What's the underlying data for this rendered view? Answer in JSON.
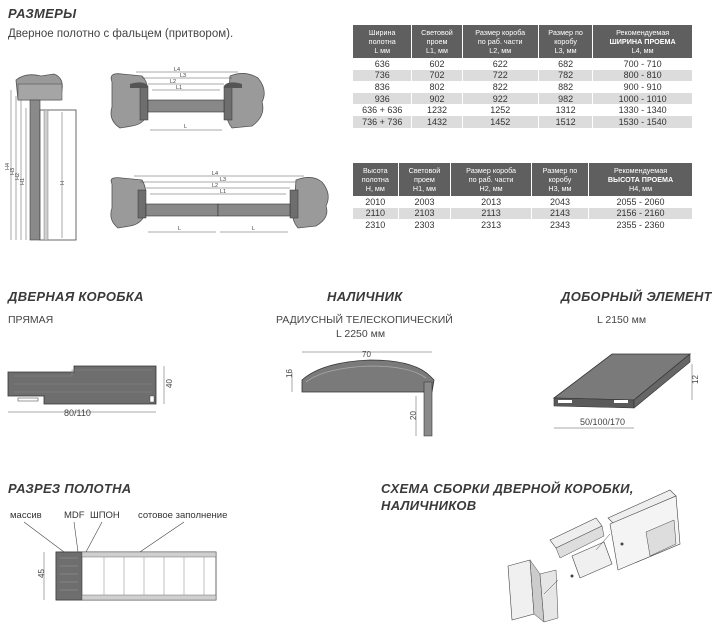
{
  "sizes": {
    "title": "РАЗМЕРЫ",
    "subtitle": "Дверное полотно с фальцем (притвором)."
  },
  "table_width": {
    "headers": [
      {
        "line1": "Ширина",
        "line2": "полотна",
        "unit": "L мм"
      },
      {
        "line1": "Световой",
        "line2": "проем",
        "unit": "L1, мм"
      },
      {
        "line1": "Размер короба",
        "line2": "по раб. части",
        "unit": "L2, мм"
      },
      {
        "line1": "Размер по",
        "line2": "коробу",
        "unit": "L3, мм"
      },
      {
        "line1": "Рекомендуемая",
        "line2": "ШИРИНА ПРОЕМА",
        "unit": "L4, мм"
      }
    ],
    "rows": [
      [
        "636",
        "602",
        "622",
        "682",
        "700 - 710"
      ],
      [
        "736",
        "702",
        "722",
        "782",
        "800 - 810"
      ],
      [
        "836",
        "802",
        "822",
        "882",
        "900 - 910"
      ],
      [
        "936",
        "902",
        "922",
        "982",
        "1000 - 1010"
      ],
      [
        "636 + 636",
        "1232",
        "1252",
        "1312",
        "1330 - 1340"
      ],
      [
        "736 + 736",
        "1432",
        "1452",
        "1512",
        "1530 - 1540"
      ]
    ]
  },
  "table_height": {
    "headers": [
      {
        "line1": "Высота",
        "line2": "полотна",
        "unit": "H, мм"
      },
      {
        "line1": "Световой",
        "line2": "проем",
        "unit": "H1, мм"
      },
      {
        "line1": "Размер короба",
        "line2": "по раб. части",
        "unit": "H2, мм"
      },
      {
        "line1": "Размер по",
        "line2": "коробу",
        "unit": "H3, мм"
      },
      {
        "line1": "Рекомендуемая",
        "line2": "ВЫСОТА ПРОЕМА",
        "unit": "H4, мм"
      }
    ],
    "rows": [
      [
        "2010",
        "2003",
        "2013",
        "2043",
        "2055 - 2060"
      ],
      [
        "2110",
        "2103",
        "2113",
        "2143",
        "2156 - 2160"
      ],
      [
        "2310",
        "2303",
        "2313",
        "2343",
        "2355 - 2360"
      ]
    ]
  },
  "door_frame": {
    "title": "ДВЕРНАЯ КОРОБКА",
    "subtitle": "ПРЯМАЯ",
    "dim_width": "80/110",
    "dim_height": "40"
  },
  "casing": {
    "title": "НАЛИЧНИК",
    "subtitle1": "РАДИУСНЫЙ ТЕЛЕСКОПИЧЕСКИЙ",
    "subtitle2": "L 2250 мм",
    "dim_width": "70",
    "dim_height": "16",
    "dim_leg": "20"
  },
  "extension": {
    "title": "ДОБОРНЫЙ ЭЛЕМЕНТ",
    "subtitle": "L 2150 мм",
    "dim_width": "50/100/170",
    "dim_thickness": "12"
  },
  "leaf_section": {
    "title": "РАЗРЕЗ ПОЛОТНА",
    "label_solid": "массив",
    "label_mdf": "MDF",
    "label_veneer": "ШПОН",
    "label_honeycomb": "сотовое заполнение",
    "dim_thickness": "45"
  },
  "assembly": {
    "title_line1": "СХЕМА СБОРКИ ДВЕРНОЙ КОРОБКИ,",
    "title_line2": "НАЛИЧНИКОВ"
  },
  "drawing_labels": {
    "l": "L",
    "l1": "L1",
    "l2": "L2",
    "l3": "L3",
    "l4": "L4",
    "h": "H",
    "h1": "H1",
    "h2": "H2",
    "h3": "H3",
    "h4": "H4"
  },
  "colors": {
    "header_bg": "#5f5f5f",
    "row_alt": "#dcdcdc",
    "material_dark": "#6e6e6e",
    "wall": "#9a9a9a"
  }
}
